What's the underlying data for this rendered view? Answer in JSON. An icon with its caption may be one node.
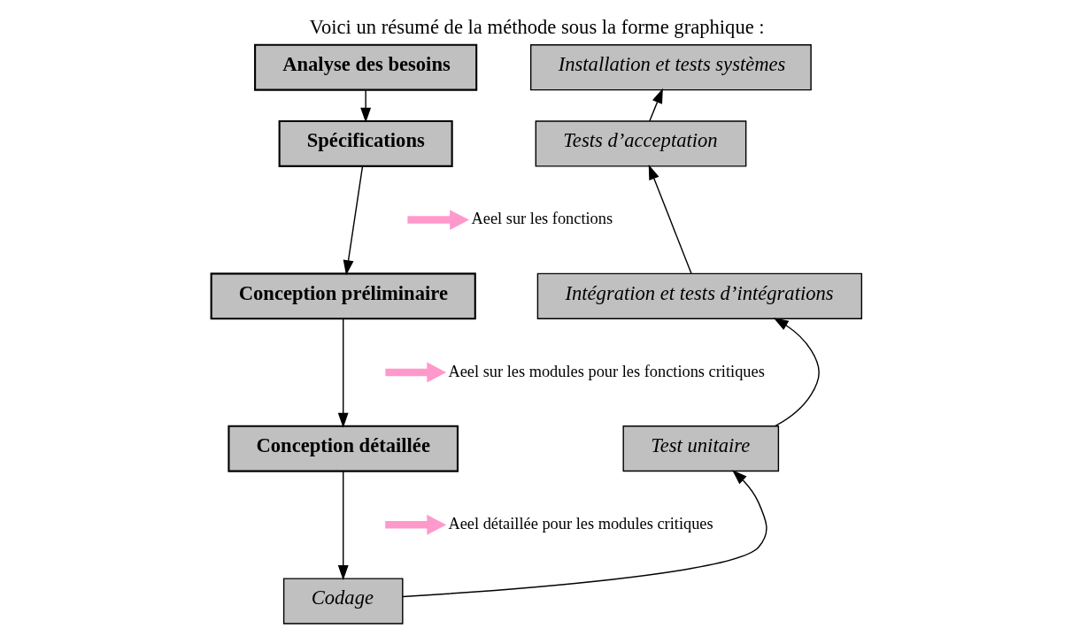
{
  "diagram": {
    "title": "Voici un résumé de la méthode sous la forme graphique :",
    "nodes": [
      {
        "text": [
          "Analyse des besoins"
        ]
      },
      {
        "text": [
          "Spécifications"
        ]
      },
      {
        "text": [
          "Conception préliminaire"
        ]
      },
      {
        "text": [
          "Conception détaillée"
        ]
      },
      {
        "text": [
          "Codage"
        ]
      },
      {
        "text": [
          "Test unitaire"
        ]
      },
      {
        "text": [
          "Intégration et tests d’intégrations"
        ]
      },
      {
        "text": [
          "Tests d’acceptation"
        ]
      },
      {
        "text": [
          "Installation et tests systèmes"
        ]
      },
      {
        "text": [
          "Aeel sur les fonctions"
        ]
      },
      {
        "text": [
          "Aeel sur les modules pour les fonctions critiques"
        ]
      },
      {
        "text": [
          "Aeel détaillée pour les modules critiques"
        ]
      }
    ],
    "edges": [
      {
        "from": 0,
        "to": 1,
        "arrow": "to"
      },
      {
        "from": 1,
        "to": 2,
        "arrow": "to"
      },
      {
        "from": 2,
        "to": 3,
        "arrow": "to"
      },
      {
        "from": 3,
        "to": 4,
        "arrow": "to"
      },
      {
        "from": 4,
        "to": 5,
        "arrow": "to"
      },
      {
        "from": 5,
        "to": 6,
        "arrow": "to"
      },
      {
        "from": 6,
        "to": 7,
        "arrow": "to"
      },
      {
        "from": 7,
        "to": 8,
        "arrow": "to"
      },
      {
        "from": null,
        "to": 9,
        "arrow": "to",
        "style": "thick",
        "color": "#ff99cc"
      },
      {
        "from": null,
        "to": 10,
        "arrow": "to",
        "style": "thick",
        "color": "#ff99cc"
      },
      {
        "from": null,
        "to": 11,
        "arrow": "to",
        "style": "thick",
        "color": "#ff99cc"
      }
    ]
  }
}
